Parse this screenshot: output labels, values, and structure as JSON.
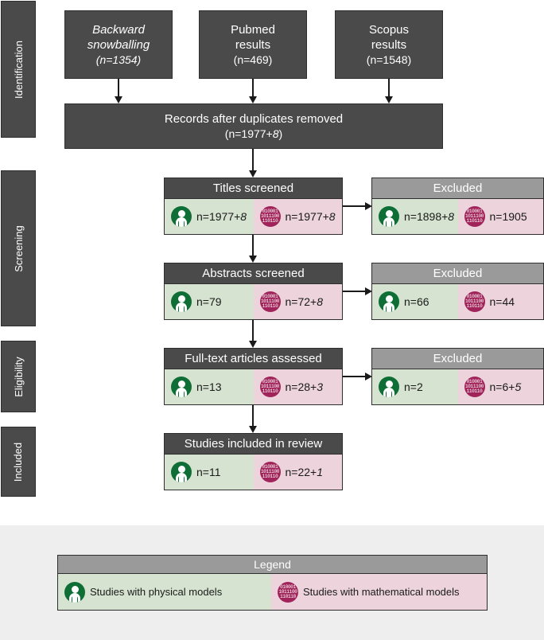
{
  "stages": {
    "identification": "Identification",
    "screening": "Screening",
    "eligibility": "Eligibility",
    "included": "Included"
  },
  "sources": {
    "backward": {
      "line1": "Backward",
      "line2": "snowballing",
      "n": "(n=1354)"
    },
    "pubmed": {
      "line1": "Pubmed",
      "line2": "results",
      "n": "(n=469)"
    },
    "scopus": {
      "line1": "Scopus",
      "line2": "results",
      "n": "(n=1548)"
    }
  },
  "records": {
    "title": "Records after duplicates removed",
    "n_prefix": "(n=1977+",
    "n_extra": "8",
    "n_suffix": ")"
  },
  "titles_screened": {
    "title": "Titles screened",
    "physical": {
      "main": "n=1977+",
      "extra": "8"
    },
    "mathematical": {
      "main": "n=1977+",
      "extra": "8"
    }
  },
  "titles_excluded": {
    "title": "Excluded",
    "physical": {
      "main": "n=1898+",
      "extra": "8"
    },
    "mathematical": {
      "main": "n=1905",
      "extra": ""
    }
  },
  "abstracts_screened": {
    "title": "Abstracts screened",
    "physical": {
      "main": "n=79",
      "extra": ""
    },
    "mathematical": {
      "main": "n=72+",
      "extra": "8"
    }
  },
  "abstracts_excluded": {
    "title": "Excluded",
    "physical": {
      "main": "n=66",
      "extra": ""
    },
    "mathematical": {
      "main": "n=44",
      "extra": ""
    }
  },
  "fulltext_assessed": {
    "title": "Full-text articles assessed",
    "physical": {
      "main": "n=13",
      "extra": ""
    },
    "mathematical": {
      "main": "n=28+",
      "extra": "3"
    }
  },
  "fulltext_excluded": {
    "title": "Excluded",
    "physical": {
      "main": "n=2",
      "extra": ""
    },
    "mathematical": {
      "main": "n=6+",
      "extra": "5"
    }
  },
  "included": {
    "title": "Studies included in review",
    "physical": {
      "main": "n=11",
      "extra": ""
    },
    "mathematical": {
      "main": "n=22+",
      "extra": "1"
    }
  },
  "legend": {
    "title": "Legend",
    "physical_label": "Studies with physical models",
    "mathematical_label": "Studies with mathematical models"
  },
  "icons": {
    "physical": "person-in-circle-icon",
    "mathematical": "binary-data-icon",
    "binary_rows": [
      "010001",
      "1011100",
      "110110"
    ]
  },
  "colors": {
    "dark_box": "#4a4a4a",
    "excluded_header": "#9a9a9a",
    "physical_bg": "#d5e3d0",
    "mathematical_bg": "#ecd3dc",
    "physical_icon": "#0f6e36",
    "mathematical_icon": "#a0245a"
  }
}
